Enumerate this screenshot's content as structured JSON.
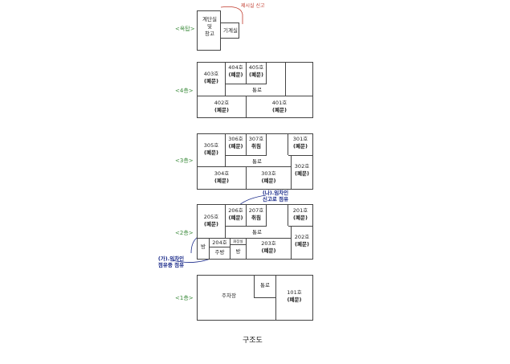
{
  "title": "구조도",
  "annotations": {
    "top_red": "제시실 신고"
  },
  "floors": {
    "rooftop": {
      "label": "<옥탑>",
      "stairs": [
        "계단실",
        "및",
        "창고"
      ],
      "machine": "기계실"
    },
    "f4": {
      "label": "<4층>",
      "units": [
        {
          "num": "403호",
          "tag": "(폐문)"
        },
        {
          "num": "404호",
          "tag": "(폐문)"
        },
        {
          "num": "405호",
          "tag": "(폐문)"
        },
        {
          "num": "402호",
          "tag": "(폐문)"
        },
        {
          "num": "401호",
          "tag": "(폐문)"
        }
      ],
      "corridor": "통로"
    },
    "f3": {
      "label": "<3층>",
      "units": [
        {
          "num": "305호",
          "tag": "(폐문)"
        },
        {
          "num": "306호",
          "tag": "(폐문)"
        },
        {
          "num": "307호",
          "tag": "취침"
        },
        {
          "num": "301호",
          "tag": "(폐문)"
        },
        {
          "num": "302호",
          "tag": "(폐문)"
        },
        {
          "num": "304호",
          "tag": "(폐문)"
        },
        {
          "num": "303호",
          "tag": "(폐문)"
        }
      ],
      "corridor": "통로"
    },
    "f2": {
      "label": "<2층>",
      "units": [
        {
          "num": "205호",
          "tag": "(폐문)"
        },
        {
          "num": "206호",
          "tag": "(폐문)"
        },
        {
          "num": "207호",
          "tag": "취침"
        },
        {
          "num": "201호",
          "tag": "(폐문)"
        },
        {
          "num": "202호",
          "tag": "(폐문)"
        },
        {
          "num": "203호",
          "tag": "(폐문)"
        }
      ],
      "corridor": "통로",
      "u204": {
        "num": "204호",
        "room_left": "방",
        "kitchen": "주방",
        "small": "화장실",
        "room": "방"
      },
      "note_a": [
        "(가).임차인",
        "점유중 점유"
      ],
      "note_b": [
        "(나).임차인",
        "신고로 점유"
      ]
    },
    "f1": {
      "label": "<1층>",
      "parking": "주차장",
      "stair": "통로",
      "unit": {
        "num": "101호",
        "tag": "(폐문)"
      }
    }
  }
}
